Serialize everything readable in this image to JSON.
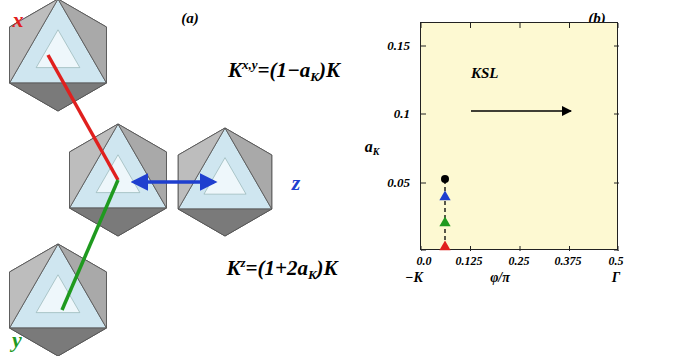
{
  "diagram": {
    "nodes": [
      {
        "text": [
          "KSL"
        ]
      }
    ],
    "labels": [
      "(a)",
      "(b)",
      "x",
      "y",
      "z",
      "K",
      "x,y",
      "=(1−a",
      "K",
      ")K",
      "K",
      "z",
      "=(1+2a",
      "K",
      ")K",
      "0.15",
      "0.1",
      "0.05",
      "a",
      "K",
      "0.0",
      "0.125",
      "0.25",
      "0.375",
      "0.5",
      "−K",
      "φ/π",
      "Γ"
    ]
  }
}
